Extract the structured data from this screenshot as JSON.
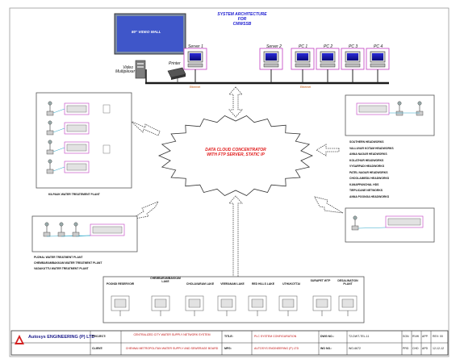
{
  "header": {
    "title_line1": "SYSTEM ARCHITECTURE",
    "title_line2": "FOR",
    "title_line3": "CMWSSB"
  },
  "video_wall": {
    "label": "80\" VIDEO WALL"
  },
  "video_multiplexer": {
    "label_line1": "Video",
    "label_line2": "Multiplexer"
  },
  "printer": {
    "label": "Printer"
  },
  "servers": [
    "Server 1",
    "Server 2"
  ],
  "pcs": [
    "PC 1",
    "PC 2",
    "PC 3",
    "PC 4"
  ],
  "ethernet": {
    "left": "Ethernet",
    "right": "Ethernet"
  },
  "cloud": {
    "line1": "DATA CLOUD CONCENTRATOR",
    "line2": "WITH FTP SERVER, STATIC IP"
  },
  "left_top_plant": {
    "label": "KILPAUK WATER TREATEMENT PLANT"
  },
  "left_bottom_plants": [
    "PUZHAL WATER TREATMENT PLANT",
    "CHEMBARAMBAKKAM WATER TREATMENT PLANT",
    "VADAKUTTU WATER TREATMENT PLANT"
  ],
  "right_headworks": [
    "SOUTHERN HEADWORKS",
    "VALLUVAR KOTAM HEADWORKS",
    "ANNA NAGAR HEADWORKS",
    "KOLATHUR HEADWORKS",
    "VYSARPADI HEADWORKS",
    "PATEL NAGAR HEADWORKS",
    "CHOOLAIMEDU HEADWORKS",
    "KANAPPANCHAL HDS",
    "TIRPLICANE NETWORKS",
    "ANNA POONGA HEADWORKS"
  ],
  "bottom_sites": [
    "POONDI RESERVOIR",
    "CHEMBARAMBAKKAM LAKE",
    "CHOLAVARAM LAKE",
    "VEERANAM LAKE",
    "RED HILLS LAKE",
    "UTHUKOTTAI",
    "SURAPET WTP",
    "DESALINATION PLANT"
  ],
  "title_block": {
    "company": "Autosys ENGINEERING (P) LTD",
    "project_label": "PROJECT:",
    "project_value": "CENTRALIZED CITY WATER SUPPLY NETWORK SYSTEM",
    "client_label": "CLIENT:",
    "client_value": "CHENNAI METROPOLITAN WATER SUPPLY AND SEWERAGE BOARD",
    "title_label": "TITLE:",
    "title_value": "PLC SYSTEM CONFIGURATION",
    "mfg_label": "MFG:",
    "mfg_value": "AUTOSYS ENGINEERING (P) LTD",
    "dwg_label": "DWG NO.:",
    "dwg_value": "T2-DWT-TEL-11",
    "wo_label": "WO NO.:",
    "wo_value": "WO-6672",
    "sgn": "SGN",
    "rvw": "RVW",
    "app": "APP.",
    "rev": "REV: 00",
    "prd": "PRD",
    "chd": "CHD",
    "apd": "APD",
    "date": "12-12-12"
  }
}
